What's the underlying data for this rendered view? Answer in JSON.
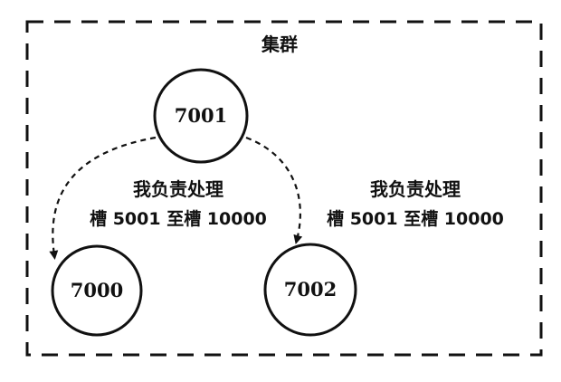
{
  "cluster": {
    "title": "集群"
  },
  "nodes": [
    {
      "id": "7001",
      "label": "7001"
    },
    {
      "id": "7000",
      "label": "7000"
    },
    {
      "id": "7002",
      "label": "7002"
    }
  ],
  "annotations": {
    "left": {
      "line1": "我负责处理",
      "line2": "槽 5001 至槽 10000"
    },
    "right": {
      "line1": "我负责处理",
      "line2": "槽 5001 至槽 10000"
    }
  },
  "colors": {
    "stroke": "#111111",
    "background": "#ffffff"
  }
}
